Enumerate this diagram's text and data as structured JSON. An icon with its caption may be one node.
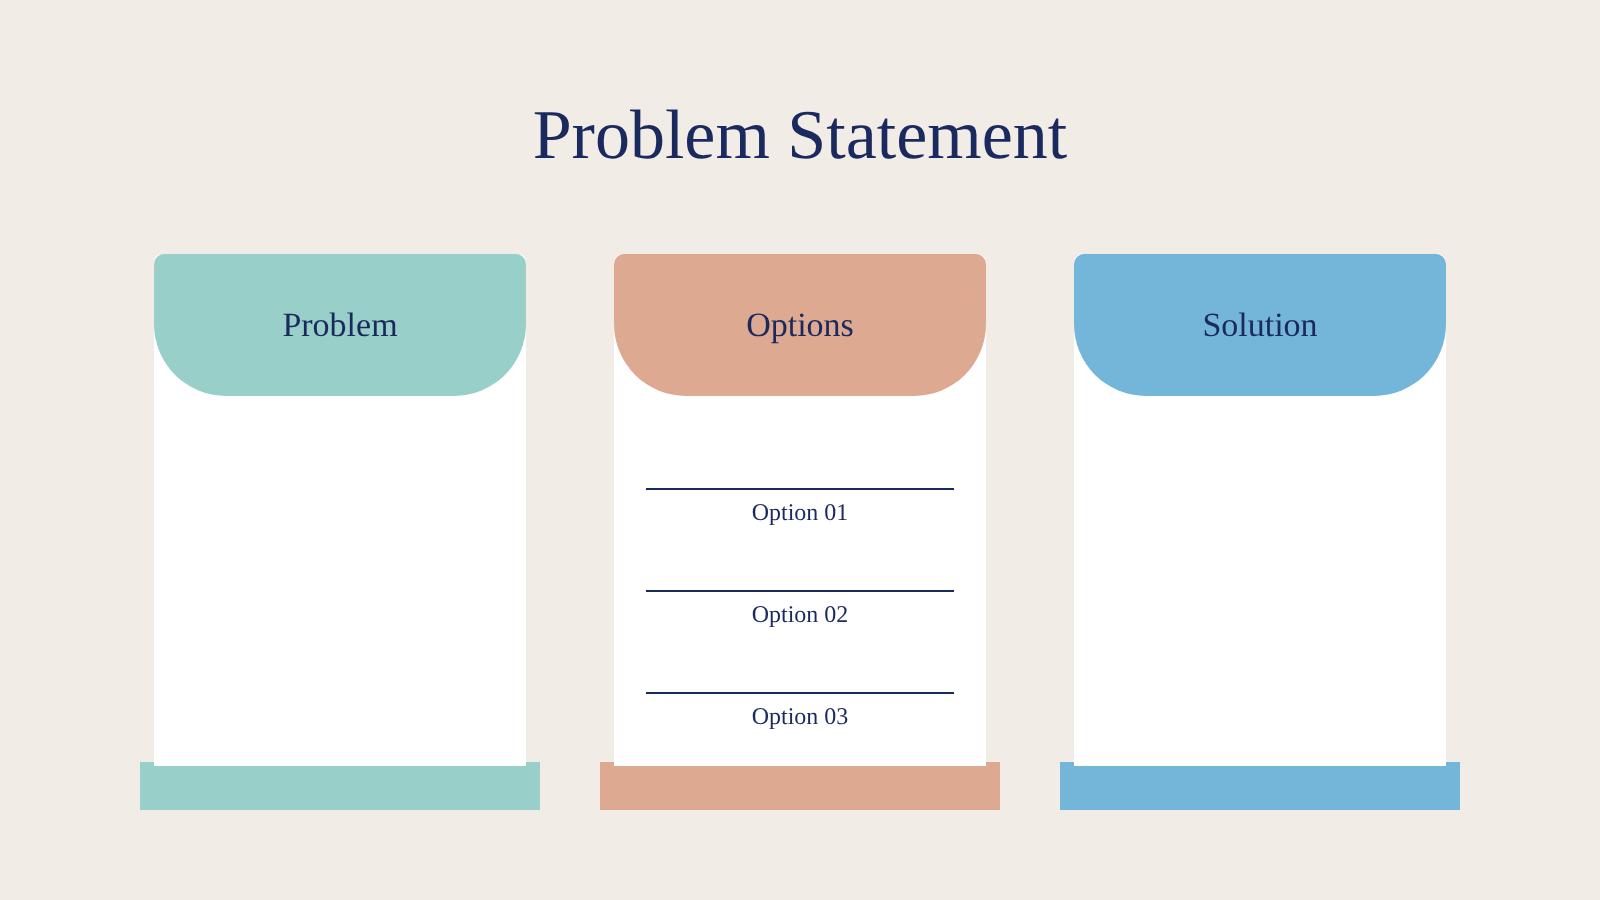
{
  "diagram": {
    "title": "Problem Statement",
    "nodes": [
      {
        "text": [
          "Problem"
        ]
      },
      {
        "text": [
          "Options",
          "Option 01",
          "Option 02",
          "Option 03"
        ]
      },
      {
        "text": [
          "Solution"
        ]
      }
    ]
  }
}
